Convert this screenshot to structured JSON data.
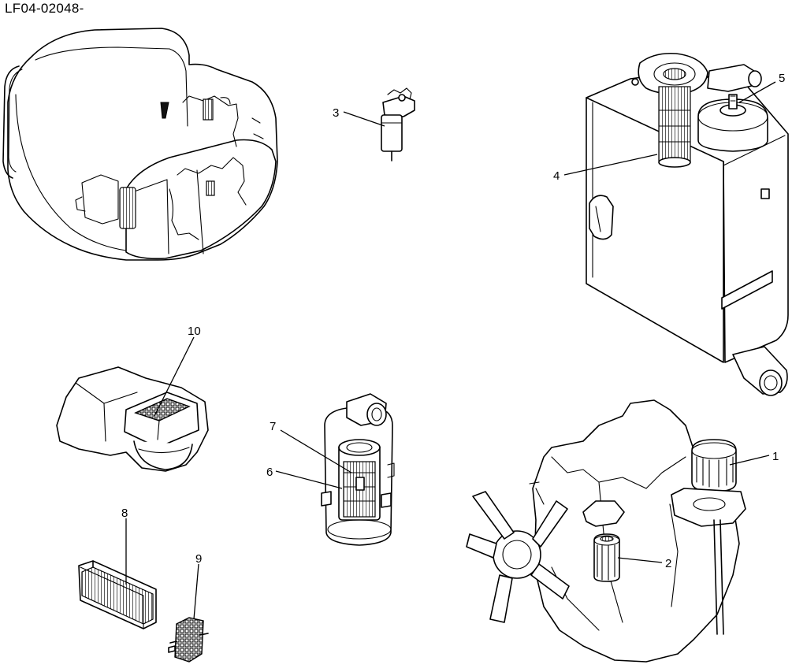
{
  "drawing_code": "LF04-02048-",
  "callouts": [
    {
      "id": "1",
      "label": "1"
    },
    {
      "id": "2",
      "label": "2"
    },
    {
      "id": "3",
      "label": "3"
    },
    {
      "id": "4",
      "label": "4"
    },
    {
      "id": "5",
      "label": "5"
    },
    {
      "id": "6",
      "label": "6"
    },
    {
      "id": "7",
      "label": "7"
    },
    {
      "id": "8",
      "label": "8"
    },
    {
      "id": "9",
      "label": "9"
    },
    {
      "id": "10",
      "label": "10"
    }
  ],
  "colors": {
    "line": "#000000",
    "background": "#ffffff"
  }
}
